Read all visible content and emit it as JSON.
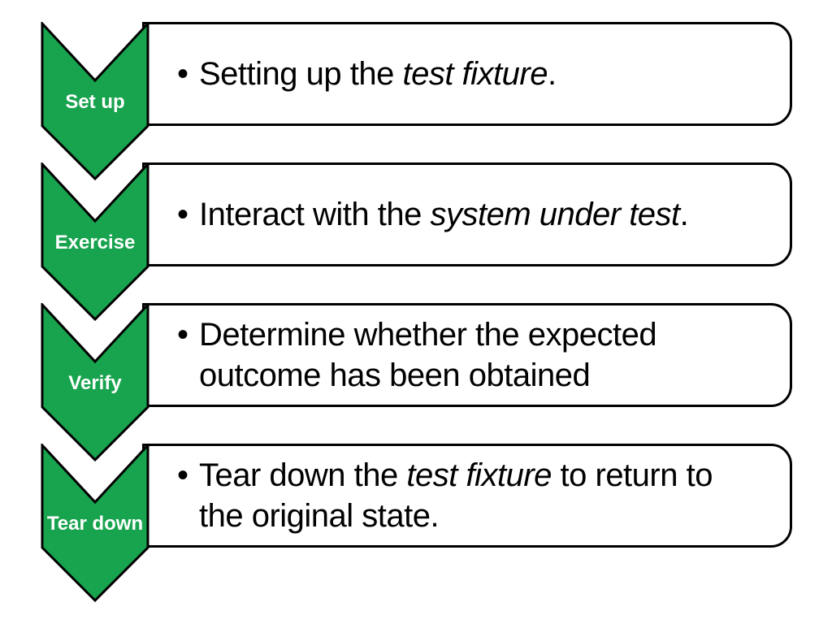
{
  "colors": {
    "background": "#ffffff",
    "green": "#18A34E",
    "outline": "#000000",
    "text": "#000000",
    "label_text": "#ffffff"
  },
  "bullet": "•",
  "rows": [
    {
      "label": "Set up",
      "lines": [
        [
          {
            "text": "Setting up the "
          },
          {
            "text": "test fixture",
            "italic": true
          },
          {
            "text": "."
          }
        ]
      ]
    },
    {
      "label": "Exercise",
      "lines": [
        [
          {
            "text": "Interact with the "
          },
          {
            "text": "system under test",
            "italic": true
          },
          {
            "text": "."
          }
        ]
      ]
    },
    {
      "label": "Verify",
      "lines": [
        [
          {
            "text": "Determine whether the expected"
          }
        ],
        [
          {
            "text": "outcome has been obtained"
          }
        ]
      ]
    },
    {
      "label": "Tear down",
      "lines": [
        [
          {
            "text": "Tear down the "
          },
          {
            "text": "test fixture",
            "italic": true
          },
          {
            "text": " to return to"
          }
        ],
        [
          {
            "text": "the original state."
          }
        ]
      ]
    }
  ]
}
